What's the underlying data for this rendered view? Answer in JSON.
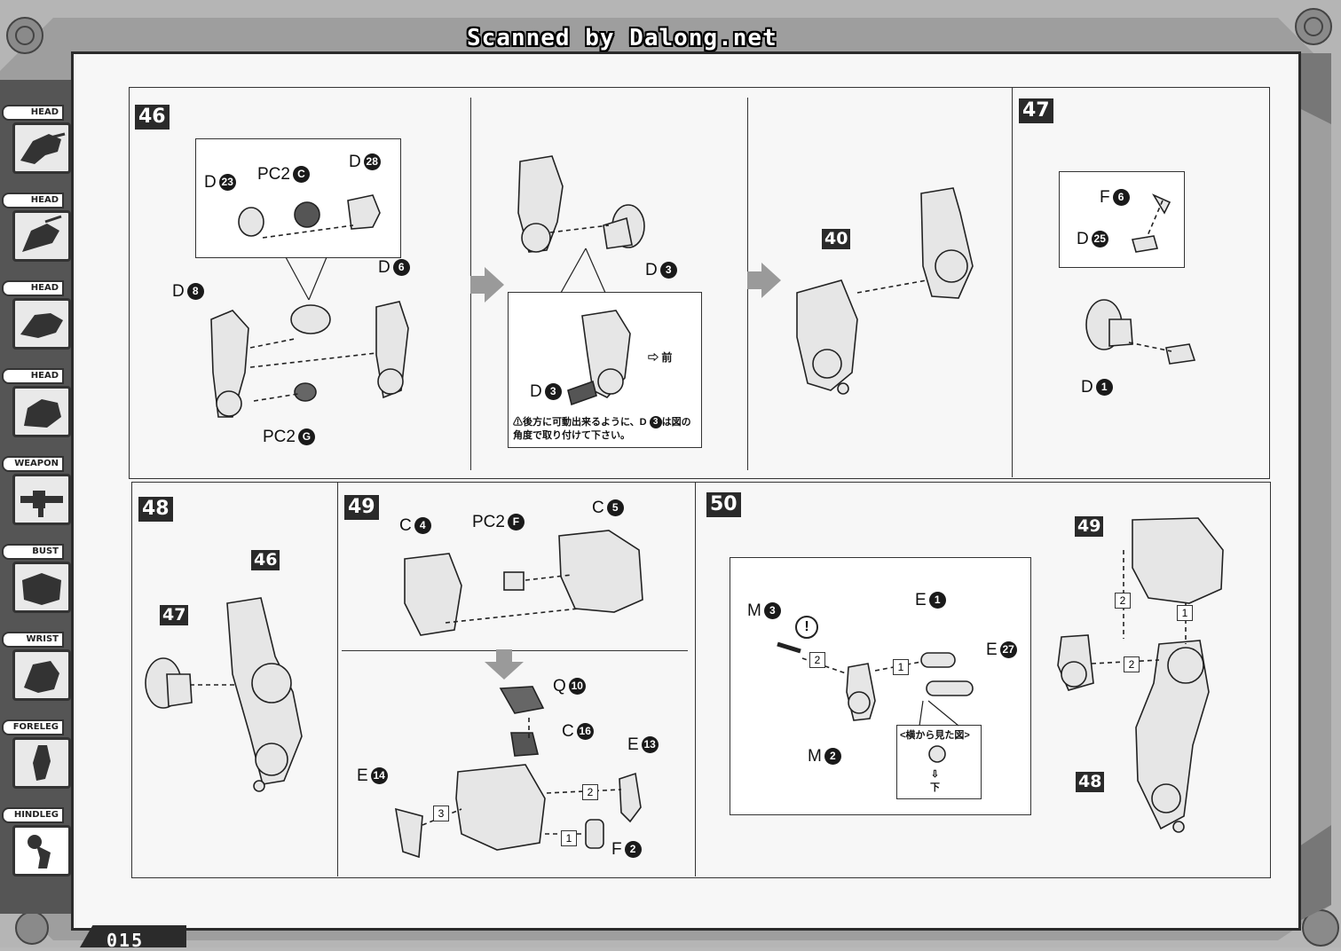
{
  "header": {
    "scanned_by": "Scanned by Dalong.net"
  },
  "sidebar": {
    "tabs": [
      {
        "label": "HEAD",
        "icon": "head-icon"
      },
      {
        "label": "HEAD",
        "icon": "head-icon"
      },
      {
        "label": "HEAD",
        "icon": "head-icon"
      },
      {
        "label": "HEAD",
        "icon": "head-icon"
      },
      {
        "label": "WEAPON",
        "icon": "weapon-icon"
      },
      {
        "label": "BUST",
        "icon": "bust-icon"
      },
      {
        "label": "WRIST",
        "icon": "wrist-icon"
      },
      {
        "label": "FORELEG",
        "icon": "foreleg-icon"
      },
      {
        "label": "HINDLEG",
        "icon": "hindleg-icon"
      }
    ],
    "active": "HINDLEG"
  },
  "page_number": "015",
  "steps": {
    "s46": {
      "number": "46",
      "labels": [
        {
          "part": "D",
          "num": "23"
        },
        {
          "part": "PC2",
          "num": "C"
        },
        {
          "part": "D",
          "num": "28"
        },
        {
          "part": "D",
          "num": "8"
        },
        {
          "part": "D",
          "num": "6"
        },
        {
          "part": "PC2",
          "num": "G"
        }
      ]
    },
    "s46b": {
      "labels": [
        {
          "part": "D",
          "num": "3"
        },
        {
          "part": "D",
          "num": "3"
        }
      ],
      "direction": "前",
      "warning_line1": "後方に可動出来るように、D",
      "warning_num": "3",
      "warning_line1b": "は図の",
      "warning_line2": "角度で取り付けて下さい。"
    },
    "s46c": {
      "sub": "40"
    },
    "s47": {
      "number": "47",
      "labels": [
        {
          "part": "F",
          "num": "6"
        },
        {
          "part": "D",
          "num": "25"
        },
        {
          "part": "D",
          "num": "1"
        }
      ]
    },
    "s48": {
      "number": "48",
      "subs": [
        "47",
        "46"
      ]
    },
    "s49": {
      "number": "49",
      "labels": [
        {
          "part": "C",
          "num": "4"
        },
        {
          "part": "PC2",
          "num": "F"
        },
        {
          "part": "C",
          "num": "5"
        },
        {
          "part": "Q",
          "num": "10"
        },
        {
          "part": "C",
          "num": "16"
        },
        {
          "part": "E",
          "num": "13"
        },
        {
          "part": "E",
          "num": "14"
        },
        {
          "part": "F",
          "num": "2"
        }
      ],
      "order": [
        "1",
        "2",
        "3"
      ]
    },
    "s50": {
      "number": "50",
      "labels": [
        {
          "part": "M",
          "num": "3"
        },
        {
          "part": "E",
          "num": "1"
        },
        {
          "part": "E",
          "num": "27"
        },
        {
          "part": "M",
          "num": "2"
        }
      ],
      "order": [
        "1",
        "2"
      ],
      "side_view": "<横から見た図>",
      "down": "下",
      "caution": "!",
      "subs": [
        "49",
        "48"
      ],
      "order_right": [
        "2",
        "1",
        "2"
      ]
    }
  }
}
